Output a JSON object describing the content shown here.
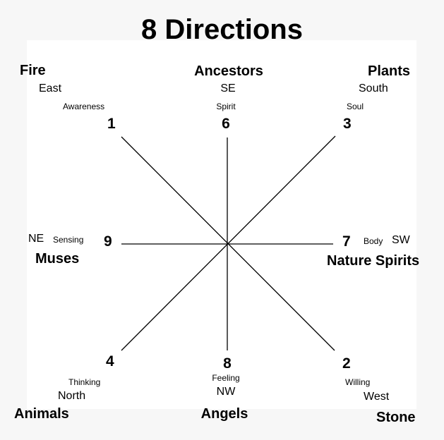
{
  "title": "8 Directions",
  "points": {
    "p1": {
      "number": "1",
      "name": "Fire",
      "direction": "East",
      "quality": "Awareness"
    },
    "p6": {
      "number": "6",
      "name": "Ancestors",
      "direction": "SE",
      "quality": "Spirit"
    },
    "p3": {
      "number": "3",
      "name": "Plants",
      "direction": "South",
      "quality": "Soul"
    },
    "p9": {
      "number": "9",
      "name": "Muses",
      "direction": "NE",
      "quality": "Sensing"
    },
    "p7": {
      "number": "7",
      "name": "Nature Spirits",
      "direction": "SW",
      "quality": "Body"
    },
    "p4": {
      "number": "4",
      "name": "Animals",
      "direction": "North",
      "quality": "Thinking"
    },
    "p8": {
      "number": "8",
      "name": "Angels",
      "direction": "NW",
      "quality": "Feeling"
    },
    "p2": {
      "number": "2",
      "name": "Stone",
      "direction": "West",
      "quality": "Willing"
    }
  }
}
